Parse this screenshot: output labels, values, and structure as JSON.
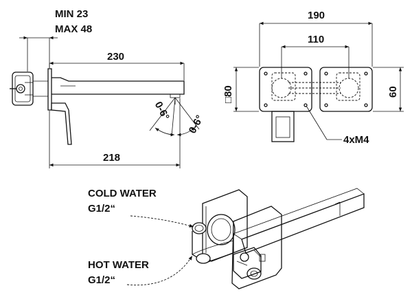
{
  "labels": {
    "min": "MIN 23",
    "max": "MAX 48",
    "side_length_top": "230",
    "side_length_bottom": "218",
    "angle_left": "0-6°",
    "angle_right": "0-6°",
    "front_width": "190",
    "front_spacing": "110",
    "front_height_box": "□80",
    "front_height": "60",
    "screws": "4xM4",
    "cold_water": "COLD WATER",
    "cold_thread": "G1/2“",
    "hot_water": "HOT WATER",
    "hot_thread": "G1/2“"
  }
}
